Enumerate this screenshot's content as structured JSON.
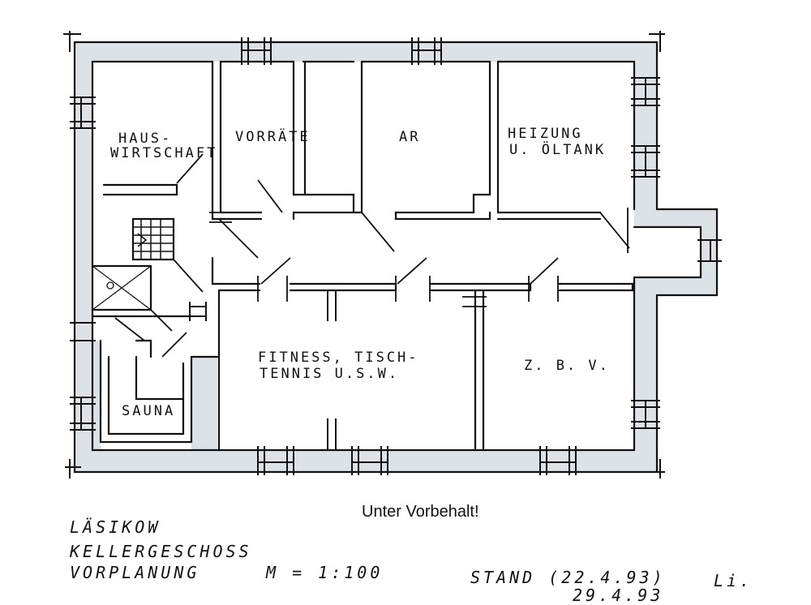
{
  "rooms": {
    "hauswirtschaft_1": "HAUS-",
    "hauswirtschaft_2": "WIRTSCHAFT",
    "vorraete": "VORRÄTE",
    "ar": "AR",
    "heizung_1": "HEIZUNG",
    "heizung_2": "U. ÖLTANK",
    "fitness_1": "FITNESS, TISCH-",
    "fitness_2": "TENNIS U.S.W.",
    "zbv": "Z. B. V.",
    "sauna": "SAUNA"
  },
  "notice": "Unter Vorbehalt!",
  "title_block": {
    "project": "LÄSIKOW",
    "floor": "KELLERGESCHOSS",
    "stage": "VORPLANUNG",
    "scale": "M = 1:100",
    "date_stand": "STAND (22.4.93)",
    "initials": "Li.",
    "date_revision": "29.4.93"
  },
  "colors": {
    "wall_fill": "#dde2e7",
    "ink": "#111111"
  }
}
